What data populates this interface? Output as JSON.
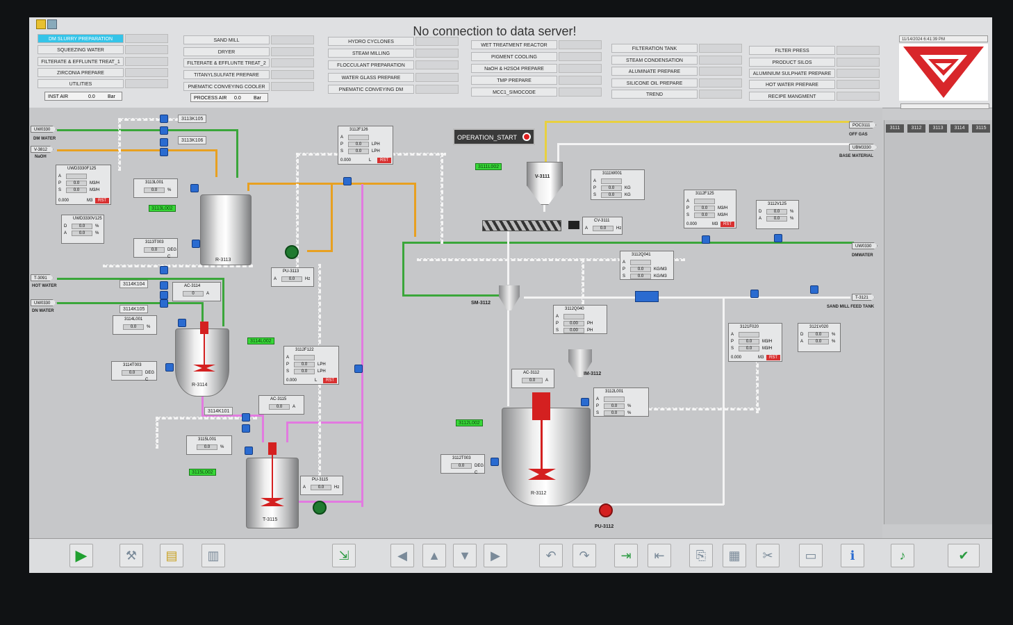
{
  "header": {
    "banner": "No connection to data server!",
    "datetime": "11/14/2024 6:41:39 PM",
    "menu_columns": [
      [
        "DM SLURRY PREPARATION",
        "SQUEEZING WATER",
        "FILTERATE & EFFLUNTE TREAT_1",
        "ZIRCONIA PREPARE",
        "UTILITIES"
      ],
      [
        "SAND MILL",
        "DRYER",
        "FILTERATE & EFFLUNTE TREAT_2",
        "TITANYLSULFATE PREPARE",
        "PNEMATIC CONVEYING COOLER"
      ],
      [
        "HYDRO CYCLONES",
        "STEAM MILLING",
        "FLOCCULANT PREPARATION",
        "WATER GLASS PREPARE",
        "PNEMATIC CONVEYING DM"
      ],
      [
        "WET TREATMENT REACTOR",
        "PIGMENT COOLING",
        "NaOH & H2SO4 PREPARE",
        "TMP PREPARE",
        "MCC1_SIMOCODE"
      ],
      [
        "FILTERATION TANK",
        "STEAM CONDENSATION",
        "ALUMINATE PREPARE",
        "SILICONE OIL PREPARE",
        "TREND"
      ],
      [
        "FILTER PRESS",
        "PRODUCT SILOS",
        "ALUMINIUM SULPHATE PREPARE",
        "HOT WATER PREPARE",
        "RECIPE MANGMENT"
      ]
    ],
    "inst_air": {
      "label": "INST AIR",
      "value": "0.0",
      "unit": "Bar"
    },
    "process_air": {
      "label": "PROCESS AIR",
      "value": "0.0",
      "unit": "Bar"
    }
  },
  "tabs": [
    "3111",
    "3112",
    "3113",
    "3114",
    "3115"
  ],
  "operation": {
    "label": "OPERATION_START"
  },
  "streams": {
    "uw0330_a": "UW0330",
    "dm_water": "DM WATER",
    "v3812": "V-3812",
    "naoh": "NaOH",
    "t3091": "T-3091",
    "hot_water": "HOT WATER",
    "uw0330_b": "UW0330",
    "dn_water": "DN WATER",
    "poc3111": "POC3111",
    "off_gas": "OFF GAS",
    "ubm3330": "UBM3330",
    "base_material": "BASE MATERIAL",
    "uw0330_c": "UW0330",
    "dmwater": "DMWATER",
    "t3121": "T-3121",
    "sand_mill_feed": "SAND MILL FEED TANK"
  },
  "equipment": {
    "r3113": "R-3113",
    "r3114": "R-3114",
    "t3115": "T-3115",
    "v3111": "V-3111",
    "sm3112": "SM-3112",
    "im3112": "IM-3112",
    "r3112": "R-3112",
    "pu3112": "PU-3112"
  },
  "tags": {
    "k3113k105": "3113K105",
    "k3113k106": "3113K106",
    "l3113l001": "3113L001",
    "l3113l002": "3113L002",
    "t3113t003": "3113T003",
    "k3114k104": "3114K104",
    "k3114k105": "3114K105",
    "l3114l001": "3114L001",
    "l3114l002": "3114L002",
    "t3114t003": "3114T003",
    "k3114k101": "3114K101",
    "l3115l001": "3115L001",
    "l3115l002": "3115L002",
    "l3111l002": "3111L002",
    "l3112l002": "3112L002",
    "t3112t003": "3112T003",
    "l3112l001": "3112L001"
  },
  "panels": {
    "uwd3330f125": {
      "title": "UWD3330F125",
      "rows": [
        [
          "A",
          "",
          " "
        ],
        [
          "P",
          "0.0",
          "M3/H"
        ],
        [
          "S",
          "0.0",
          "M3/H"
        ]
      ],
      "total": "0.000",
      "unit": "M3",
      "rst": "RST"
    },
    "uwd3330v125": {
      "title": "UWD3330V125",
      "rows": [
        [
          "D",
          "0.0",
          "%"
        ],
        [
          "A",
          "0.0",
          "%"
        ]
      ]
    },
    "l3113": {
      "title": "3113L001",
      "value": "0.0",
      "unit": "%"
    },
    "t3113": {
      "title": "3113T003",
      "value": "0.0",
      "unit": "DEG C"
    },
    "pu3113": {
      "title": "PU-3113",
      "a": "A",
      "value": "0.0",
      "unit": "Hz"
    },
    "ac3114": {
      "title": "AC-3114",
      "value": "0",
      "unit": "A"
    },
    "l3114": {
      "title": "3114L001",
      "value": "0.0",
      "unit": "%"
    },
    "t3114": {
      "title": "3114T003",
      "value": "0.0",
      "unit": "DEG C"
    },
    "f3112f126": {
      "title": "3112F126",
      "rows": [
        [
          "A",
          "",
          ""
        ],
        [
          "P",
          "0.0",
          "LPH"
        ],
        [
          "S",
          "0.0",
          "LPH"
        ]
      ],
      "total": "0.000",
      "unit": "L",
      "rst": "RST"
    },
    "f3112f122": {
      "title": "3112F122",
      "rows": [
        [
          "A",
          "",
          ""
        ],
        [
          "P",
          "0.0",
          "LPH"
        ],
        [
          "S",
          "0.0",
          "LPH"
        ]
      ],
      "total": "0.000",
      "unit": "L",
      "rst": "RST"
    },
    "ac3115": {
      "title": "AC-3115",
      "value": "0.0",
      "unit": "A"
    },
    "l3115": {
      "title": "3115L001",
      "value": "0.0",
      "unit": "%"
    },
    "pu3115": {
      "title": "PU-3115",
      "a": "A",
      "value": "0.0",
      "unit": "Hz"
    },
    "w3111w001": {
      "title": "3111W001",
      "rows": [
        [
          "A",
          "",
          ""
        ],
        [
          "P",
          "0.0",
          "KG"
        ],
        [
          "S",
          "0.0",
          "KG"
        ]
      ]
    },
    "cv3111": {
      "title": "CV-3111",
      "a": "A",
      "value": "0.0",
      "unit": "Hz"
    },
    "q3112q041": {
      "title": "3112Q041",
      "rows": [
        [
          "A",
          "",
          ""
        ],
        [
          "P",
          "0.0",
          "KG/M3"
        ],
        [
          "S",
          "0.0",
          "KG/M3"
        ]
      ]
    },
    "f3112f125": {
      "title": "3112F125",
      "rows": [
        [
          "A",
          "",
          ""
        ],
        [
          "P",
          "0.0",
          "M3/H"
        ],
        [
          "S",
          "0.0",
          "M3/H"
        ]
      ],
      "total": "0.000",
      "unit": "M3",
      "rst": "RST"
    },
    "v3112v125": {
      "title": "3112V125",
      "rows": [
        [
          "D",
          "0.0",
          "%"
        ],
        [
          "A",
          "0.0",
          "%"
        ]
      ]
    },
    "q3112q040": {
      "title": "3112Q040",
      "rows": [
        [
          "A",
          "",
          ""
        ],
        [
          "P",
          "0.00",
          "PH"
        ],
        [
          "S",
          "0.00",
          "PH"
        ]
      ]
    },
    "ac3112": {
      "title": "AC-3112",
      "value": "0.0",
      "unit": "A"
    },
    "l3112": {
      "title": "3112L001",
      "rows": [
        [
          "A",
          "",
          ""
        ],
        [
          "P",
          "0.0",
          "%"
        ],
        [
          "S",
          "0.0",
          "%"
        ]
      ]
    },
    "t3112": {
      "title": "3112T003",
      "value": "0.0",
      "unit": "DEG C"
    },
    "f3121f020": {
      "title": "3121F020",
      "rows": [
        [
          "A",
          "",
          ""
        ],
        [
          "P",
          "0.0",
          "M3/H"
        ],
        [
          "S",
          "0.0",
          "M3/H"
        ]
      ],
      "total": "0.000",
      "unit": "M3",
      "rst": "RST"
    },
    "v3121v020": {
      "title": "3121V020",
      "rows": [
        [
          "D",
          "0.0",
          "%"
        ],
        [
          "A",
          "0.0",
          "%"
        ]
      ]
    }
  },
  "toolbar_icons": [
    "play-icon",
    "tools-icon",
    "folder-icon",
    "report-icon",
    "export-icon",
    "arrow-left-icon",
    "arrow-up-icon",
    "arrow-down-icon",
    "arrow-right-icon",
    "undo-icon",
    "redo-icon",
    "login-icon",
    "logout-icon",
    "copy-icon",
    "paste-icon",
    "cut-icon",
    "print-icon",
    "info-icon",
    "sound-icon",
    "check-icon"
  ],
  "colors": {
    "accent": "#35c4e8",
    "alarm": "#d83030",
    "status_ok": "#38d838",
    "valve": "#2a6bd0",
    "logo": "#d8262a"
  }
}
